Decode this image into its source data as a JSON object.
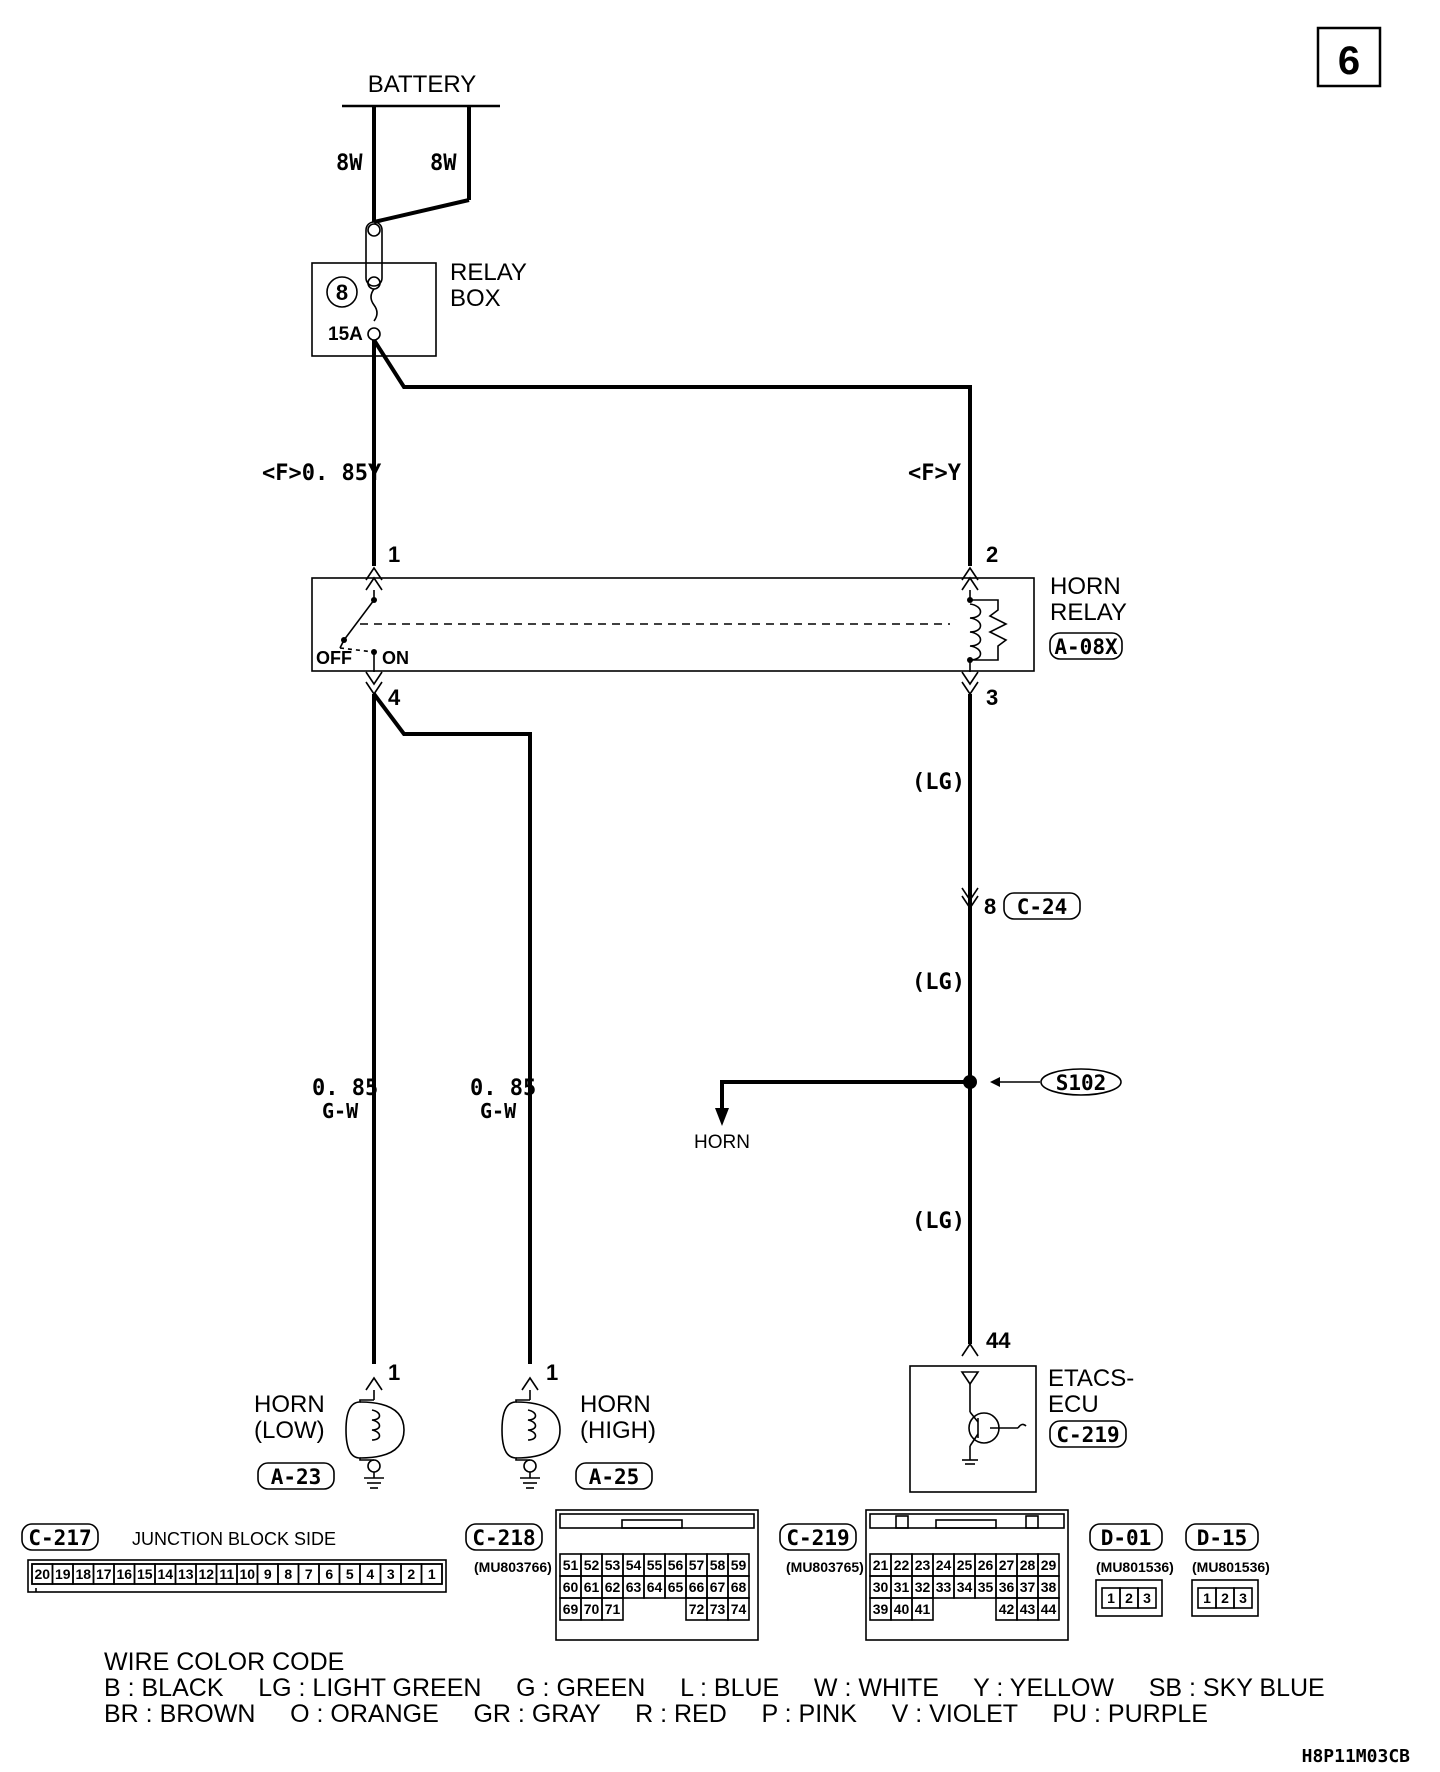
{
  "page_number": "6",
  "battery_label": "BATTERY",
  "battery_wires": [
    "8W",
    "8W"
  ],
  "relay_box": {
    "label_line1": "RELAY",
    "label_line2": "BOX",
    "fuse_number": "8",
    "fuse_rating": "15A"
  },
  "wires": {
    "left_main": "<F>0. 85Y",
    "right_main": "<F>Y",
    "lg_1": "(LG)",
    "lg_2": "(LG)",
    "lg_3": "(LG)",
    "horn_low_size": "0. 85",
    "horn_low_color": "G-W",
    "horn_high_size": "0. 85",
    "horn_high_color": "G-W"
  },
  "horn_relay": {
    "label_line1": "HORN",
    "label_line2": "RELAY",
    "connector": "A-08X",
    "pin_1": "1",
    "pin_2": "2",
    "pin_3": "3",
    "pin_4": "4",
    "off_label": "OFF",
    "on_label": "ON"
  },
  "joint_connector": {
    "pin": "8",
    "connector": "C-24"
  },
  "splice": {
    "label": "S102",
    "branch_label": "HORN"
  },
  "etacs": {
    "pin": "44",
    "label_line1": "ETACS-",
    "label_line2": "ECU",
    "connector": "C-219"
  },
  "horn_low": {
    "pin": "1",
    "label_line1": "HORN",
    "label_line2": "(LOW)",
    "connector": "A-23"
  },
  "horn_high": {
    "pin": "1",
    "label_line1": "HORN",
    "label_line2": "(HIGH)",
    "connector": "A-25"
  },
  "connectors": {
    "c217": {
      "name": "C-217",
      "desc": "JUNCTION BLOCK SIDE",
      "pins": [
        "20",
        "19",
        "18",
        "17",
        "16",
        "15",
        "14",
        "13",
        "12",
        "11",
        "10",
        "9",
        "8",
        "7",
        "6",
        "5",
        "4",
        "3",
        "2",
        "1"
      ]
    },
    "c218": {
      "name": "C-218",
      "part": "(MU803766)",
      "rows": [
        [
          "51",
          "52",
          "53",
          "54",
          "55",
          "56",
          "57",
          "58",
          "59"
        ],
        [
          "60",
          "61",
          "62",
          "63",
          "64",
          "65",
          "66",
          "67",
          "68"
        ],
        [
          "69",
          "70",
          "71",
          "",
          "",
          "",
          "72",
          "73",
          "74"
        ]
      ]
    },
    "c219": {
      "name": "C-219",
      "part": "(MU803765)",
      "rows": [
        [
          "21",
          "22",
          "23",
          "24",
          "25",
          "26",
          "27",
          "28",
          "29"
        ],
        [
          "30",
          "31",
          "32",
          "33",
          "34",
          "35",
          "36",
          "37",
          "38"
        ],
        [
          "39",
          "40",
          "41",
          "",
          "",
          "",
          "42",
          "43",
          "44"
        ]
      ]
    },
    "d01": {
      "name": "D-01",
      "part": "(MU801536)",
      "pins": [
        "1",
        "2",
        "3"
      ]
    },
    "d15": {
      "name": "D-15",
      "part": "(MU801536)",
      "pins": [
        "1",
        "2",
        "3"
      ]
    }
  },
  "wire_color_code": {
    "title": "WIRE COLOR CODE",
    "line1": "B : BLACK     LG : LIGHT GREEN     G : GREEN     L : BLUE     W : WHITE     Y : YELLOW     SB : SKY BLUE",
    "line2": "BR : BROWN     O : ORANGE     GR : GRAY     R : RED     P : PINK     V : VIOLET     PU : PURPLE"
  },
  "figure_code": "H8P11M03CB"
}
